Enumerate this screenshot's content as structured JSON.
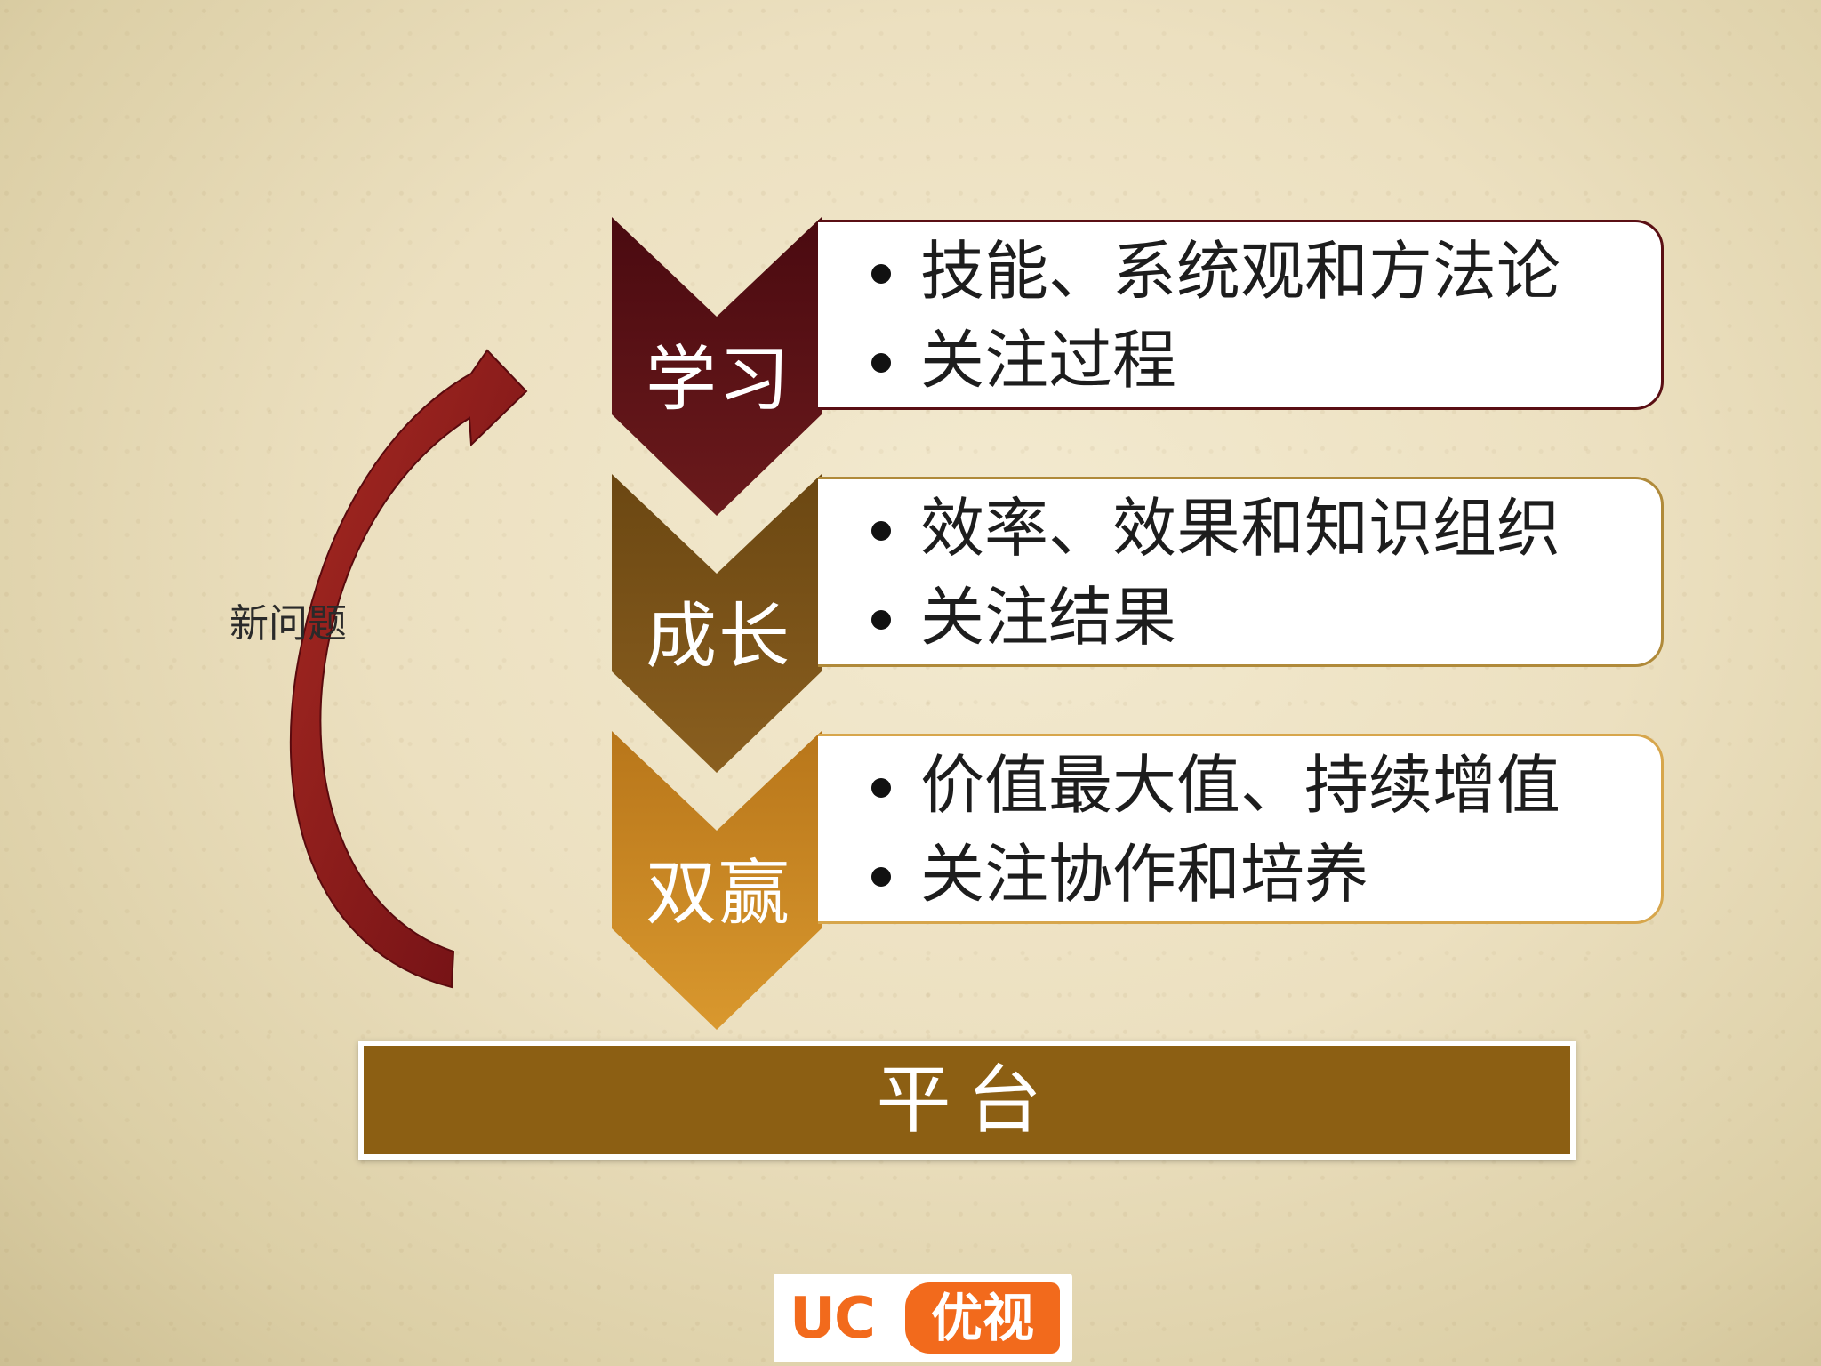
{
  "stages": [
    {
      "label": "学习",
      "bullets": [
        "技能、系统观和方法论",
        "关注过程"
      ],
      "color": "#5a0f14"
    },
    {
      "label": "成长",
      "bullets": [
        "效率、效果和知识组织",
        "关注结果"
      ],
      "color": "#7a5317"
    },
    {
      "label": "双赢",
      "bullets": [
        "价值最大值、持续增值",
        "关注协作和培养"
      ],
      "color": "#c9861f"
    }
  ],
  "platform": {
    "label": "平台",
    "color": "#8c5f13"
  },
  "cycle": {
    "label": "新问题",
    "color": "#8e1a1c"
  },
  "logo": {
    "uc": "UC",
    "cn": "优视",
    "color": "#f26a1c"
  }
}
